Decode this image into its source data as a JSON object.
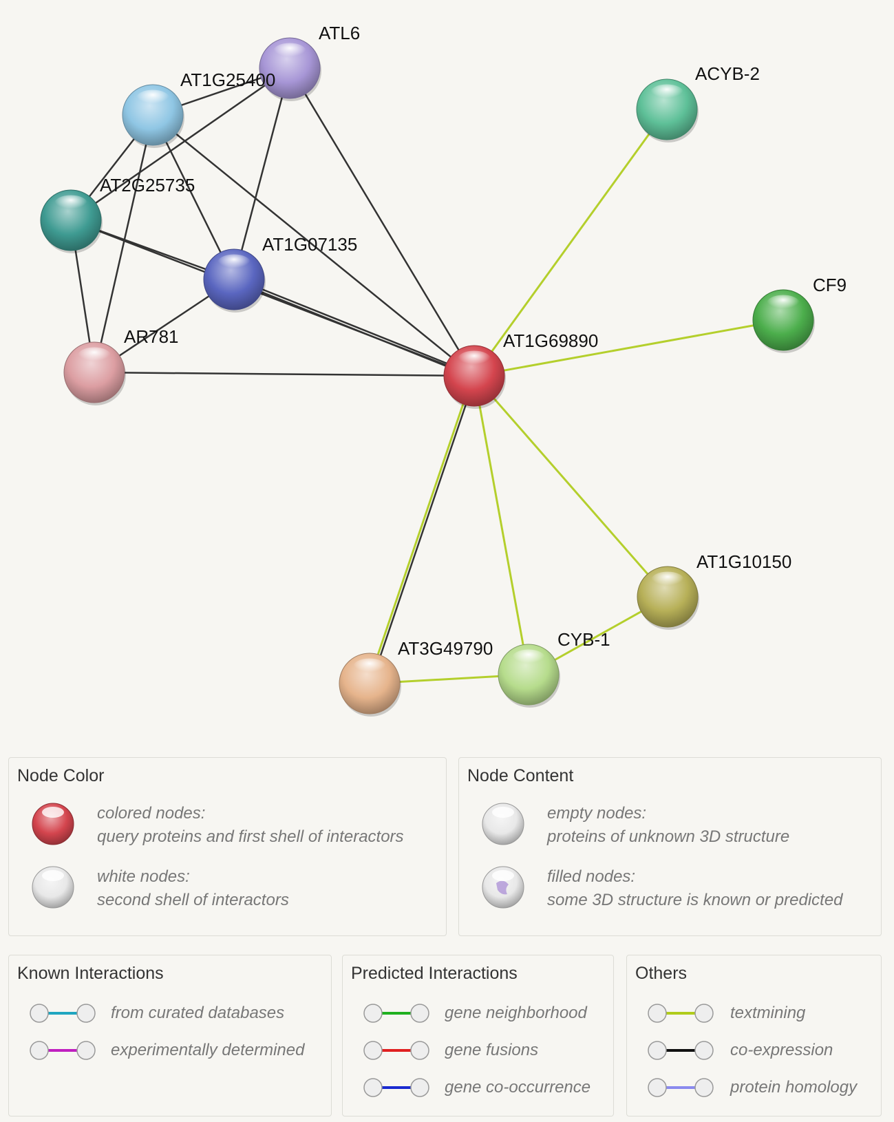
{
  "network": {
    "nodes": [
      {
        "id": "ATL6",
        "label": "ATL6",
        "color": "#a796d6"
      },
      {
        "id": "AT1G25400",
        "label": "AT1G25400",
        "color": "#8fc6e4"
      },
      {
        "id": "AT2G25735",
        "label": "AT2G25735",
        "color": "#3f9b92"
      },
      {
        "id": "AT1G07135",
        "label": "AT1G07135",
        "color": "#5a66c0"
      },
      {
        "id": "AR781",
        "label": "AR781",
        "color": "#dc9ea2"
      },
      {
        "id": "AT1G69890",
        "label": "AT1G69890",
        "color": "#d4454e"
      },
      {
        "id": "ACYB-2",
        "label": "ACYB-2",
        "color": "#5ec098"
      },
      {
        "id": "CF9",
        "label": "CF9",
        "color": "#4cae4c"
      },
      {
        "id": "AT1G10150",
        "label": "AT1G10150",
        "color": "#b7b058"
      },
      {
        "id": "CYB-1",
        "label": "CYB-1",
        "color": "#b6dc8c"
      },
      {
        "id": "AT3G49790",
        "label": "AT3G49790",
        "color": "#e6b48c"
      }
    ],
    "edges": [
      {
        "from": "AT1G25400",
        "to": "ATL6",
        "types": [
          "co-expression"
        ]
      },
      {
        "from": "AT2G25735",
        "to": "ATL6",
        "types": [
          "co-expression"
        ]
      },
      {
        "from": "AT1G07135",
        "to": "ATL6",
        "types": [
          "co-expression"
        ]
      },
      {
        "from": "AT1G69890",
        "to": "ATL6",
        "types": [
          "co-expression"
        ]
      },
      {
        "from": "AT1G25400",
        "to": "AT2G25735",
        "types": [
          "co-expression"
        ]
      },
      {
        "from": "AT1G25400",
        "to": "AT1G07135",
        "types": [
          "co-expression"
        ]
      },
      {
        "from": "AT1G25400",
        "to": "AR781",
        "types": [
          "co-expression"
        ]
      },
      {
        "from": "AT1G25400",
        "to": "AT1G69890",
        "types": [
          "co-expression"
        ]
      },
      {
        "from": "AT2G25735",
        "to": "AR781",
        "types": [
          "co-expression"
        ]
      },
      {
        "from": "AT2G25735",
        "to": "AT1G07135",
        "types": [
          "co-expression"
        ]
      },
      {
        "from": "AT2G25735",
        "to": "AT1G69890",
        "types": [
          "co-expression"
        ]
      },
      {
        "from": "AT1G07135",
        "to": "AR781",
        "types": [
          "co-expression"
        ]
      },
      {
        "from": "AT1G07135",
        "to": "AT1G69890",
        "types": [
          "co-expression",
          "co-expression"
        ]
      },
      {
        "from": "AR781",
        "to": "AT1G69890",
        "types": [
          "co-expression"
        ]
      },
      {
        "from": "AT1G69890",
        "to": "ACYB-2",
        "types": [
          "textmining"
        ]
      },
      {
        "from": "AT1G69890",
        "to": "CF9",
        "types": [
          "textmining"
        ]
      },
      {
        "from": "AT1G69890",
        "to": "AT1G10150",
        "types": [
          "textmining"
        ]
      },
      {
        "from": "AT1G69890",
        "to": "CYB-1",
        "types": [
          "textmining"
        ]
      },
      {
        "from": "AT1G69890",
        "to": "AT3G49790",
        "types": [
          "co-expression",
          "textmining"
        ]
      },
      {
        "from": "AT3G49790",
        "to": "CYB-1",
        "types": [
          "textmining"
        ]
      },
      {
        "from": "CYB-1",
        "to": "AT1G10150",
        "types": [
          "textmining"
        ]
      }
    ]
  },
  "node_color_panel": {
    "title": "Node Color",
    "items": [
      {
        "line1": "colored nodes:",
        "line2": "query proteins and first shell of interactors",
        "ball_color": "#d4454e"
      },
      {
        "line1": "white nodes:",
        "line2": "second shell of interactors",
        "ball_color": "#e8e8e8"
      }
    ]
  },
  "node_content_panel": {
    "title": "Node Content",
    "items": [
      {
        "line1": "empty nodes:",
        "line2": "proteins of unknown 3D structure",
        "ball_color": "#e8e8e8"
      },
      {
        "line1": "filled nodes:",
        "line2": "some 3D structure is known or predicted",
        "ball_color": "#e8e8e8"
      }
    ]
  },
  "known_panel": {
    "title": "Known Interactions",
    "items": [
      {
        "label": "from curated databases",
        "color": "#20a6c0"
      },
      {
        "label": "experimentally determined",
        "color": "#c020c0"
      }
    ]
  },
  "predicted_panel": {
    "title": "Predicted Interactions",
    "items": [
      {
        "label": "gene neighborhood",
        "color": "#20b020"
      },
      {
        "label": "gene fusions",
        "color": "#e02020"
      },
      {
        "label": "gene co-occurrence",
        "color": "#1a2ad0"
      }
    ]
  },
  "others_panel": {
    "title": "Others",
    "items": [
      {
        "label": "textmining",
        "color": "#b0cc1c"
      },
      {
        "label": "co-expression",
        "color": "#111111"
      },
      {
        "label": "protein homology",
        "color": "#8a8aee"
      }
    ]
  },
  "edge_colors": {
    "co-expression": "#333333",
    "textmining": "#b4cf2c"
  }
}
